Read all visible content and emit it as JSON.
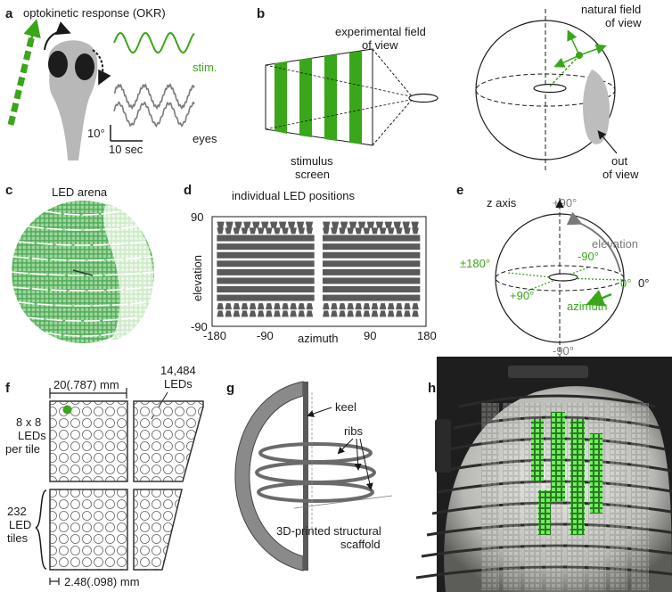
{
  "panels": {
    "a": {
      "label": "a",
      "title": "optokinetic response (OKR)",
      "stim": "stim.",
      "eyes": "eyes",
      "scale_deg": "10°",
      "scale_time": "10 sec"
    },
    "b": {
      "label": "b",
      "exp_field_1": "experimental field",
      "exp_field_2": "of view",
      "screen_1": "stimulus",
      "screen_2": "screen",
      "natural_1": "natural field",
      "natural_2": "of view",
      "out_1": "out",
      "out_2": "of view"
    },
    "c": {
      "label": "c",
      "title": "LED arena"
    },
    "d": {
      "label": "d"
    },
    "e": {
      "label": "e",
      "z_axis": "z axis",
      "p90": "+90°",
      "elevation": "elevation",
      "m90a": "-90°",
      "pm180": "±180°",
      "zero_g": "0°",
      "zero_k": "0°",
      "p90b": "+90°",
      "azimuth": "azimuth",
      "m90b": "-90°"
    },
    "f": {
      "label": "f",
      "width": "20(.787) mm",
      "leds_count_1": "14,484",
      "leds_count_2": "LEDs",
      "grid_1": "8 x 8",
      "grid_2": "LEDs",
      "grid_3": "per tile",
      "tiles_1": "232",
      "tiles_2": "LED",
      "tiles_3": "tiles",
      "pitch": "2.48(.098) mm"
    },
    "g": {
      "label": "g",
      "keel": "keel",
      "ribs": "ribs",
      "scaffold_1": "3D-printed structural",
      "scaffold_2": "scaffold"
    },
    "h": {
      "label": "h"
    }
  },
  "chart_data": {
    "type": "scatter",
    "title": "individual LED positions",
    "xlabel": "azimuth",
    "ylabel": "elevation",
    "xlim": [
      -180,
      180
    ],
    "ylim": [
      -90,
      90
    ],
    "xticks": [
      "-180",
      "-90",
      "90",
      "180"
    ],
    "yticks": [
      "90",
      "-90"
    ],
    "rows": [
      {
        "elevation": 76,
        "kind": "trapezoid"
      },
      {
        "elevation": 66,
        "kind": "trapezoid"
      },
      {
        "elevation": 54,
        "kind": "band"
      },
      {
        "elevation": 40,
        "kind": "band"
      },
      {
        "elevation": 26,
        "kind": "band"
      },
      {
        "elevation": 12,
        "kind": "band"
      },
      {
        "elevation": -2,
        "kind": "band"
      },
      {
        "elevation": -16,
        "kind": "band"
      },
      {
        "elevation": -30,
        "kind": "band"
      },
      {
        "elevation": -44,
        "kind": "band"
      },
      {
        "elevation": -58,
        "kind": "trapezoid"
      },
      {
        "elevation": -70,
        "kind": "trapezoid"
      }
    ]
  },
  "colors": {
    "accent": "#3aa619",
    "led": "#56d14a",
    "gray": "#7a7a7a",
    "ink": "#1a1a1a"
  }
}
